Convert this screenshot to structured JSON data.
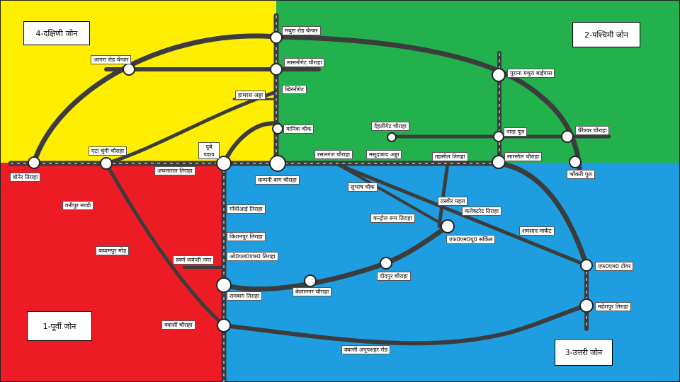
{
  "zones": {
    "south": {
      "label": "4-दक्षिणी जोन",
      "color": "#ffee00"
    },
    "west": {
      "label": "2-पश्चिमी जोन",
      "color": "#22b14c"
    },
    "east": {
      "label": "1-पूर्वी जोन",
      "color": "#ed1c24"
    },
    "north": {
      "label": "3-उत्तरी जोन",
      "color": "#1e9ee0"
    }
  },
  "road_color": "#3c3c3c",
  "places": {
    "mathura_road_changer": "मथुरा रोड चेन्जर",
    "agra_road_changer": "आगरा रोड चेन्जर",
    "sasnigate_chauraha": "सासनीगेट चौराहा",
    "khirnigate": "खिरनीगेट",
    "hathras_adda": "हाथरस अड्डा",
    "manik_chowk": "मानिक चौक",
    "purana_mathura_bypass": "पुराना मथुरा बाईपास",
    "deshlinegate_chauraha": "देहलीगेट चौराहा",
    "naurangabad": "नादा पुल",
    "gandhi_park": "घैरैश्वर चौराहा",
    "eta_chungi_chauraha": "एटा चुंगी चौराहा",
    "dubey_padav": "दुबे पड़ाव",
    "achaltal_tiraha": "अचलताल तिराहा",
    "company_bagh_chauraha": "कम्पनी बाग चौराहा",
    "rasalganj_chauraha": "रसलगंज चौराहा",
    "masoodabad_adda": "मसूदाबाद अड्डा",
    "tehsil_tiraha": "तहसील तिराहा",
    "sarsaul_chauraha": "सारसौल चौराहा",
    "bhankari_pul": "भाँकरी पुल",
    "bhojpur_tiraha": "बोनेर तिराहा",
    "vanipur_mandi": "वनीपुर मण्डी",
    "kayampur_mod": "कयामपुर मोड़",
    "gandhi_eye_tiraha": "गाँधीआई तिराहा",
    "kishanpur_tiraha": "किशनपुर तिराहा",
    "swarn_jayanti_nagar": "स्वर्ण जयन्ती नगर",
    "oel_tiraha": "ओ0एल0एफ0 तिराहा",
    "subhash_chowk": "सुभाष चौक",
    "tasveer_mahal": "तस्वीर महल",
    "collectorate_tiraha": "कलेक्टरेट तिराहा",
    "control_room_tiraha": "कन्ट्रोल रूम तिराहा",
    "fm_circle": "एफ0एम0यू0 सर्किल",
    "shamshad_market": "शमशाद मार्केट",
    "fm_tower": "एफ0एम0 टॉवर",
    "dodhpur_chauraha": "दोदपुर चौराहा",
    "ramghat_tiraha": "रामबाग तिराहा",
    "kelanagar_chauraha": "केलानगर चौराहा",
    "maheshpur_tiraha": "महेशपुर तिराहा",
    "quarsi_chauraha": "क्वार्सी चौराहा",
    "quarsi_anupshahar_road": "क्वार्सी अनूपशहर रोड"
  }
}
